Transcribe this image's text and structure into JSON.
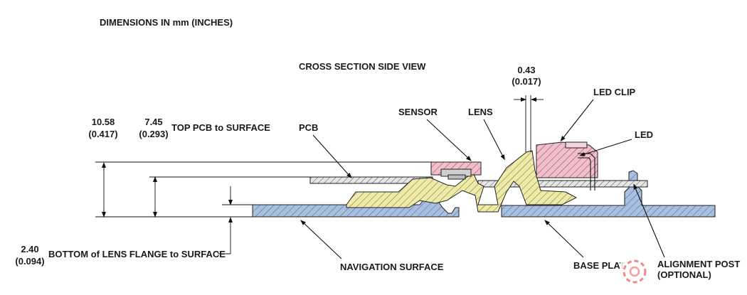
{
  "header": {
    "units_note": "DIMENSIONS IN mm (INCHES)"
  },
  "view_title": "CROSS SECTION SIDE VIEW",
  "dimensions": {
    "total_height": {
      "mm": "10.58",
      "in": "(0.417)"
    },
    "top_pcb": {
      "mm": "7.45",
      "in": "(0.293)",
      "label": "TOP PCB to SURFACE"
    },
    "lens_flange": {
      "mm": "2.40",
      "in": "(0.094)",
      "label": "BOTTOM of LENS FLANGE to SURFACE"
    },
    "gap": {
      "mm": "0.43",
      "in": "(0.017)"
    }
  },
  "callouts": {
    "pcb": "PCB",
    "sensor": "SENSOR",
    "lens": "LENS",
    "led_clip": "LED CLIP",
    "led": "LED",
    "navigation_surface": "NAVIGATION SURFACE",
    "base_plate": "BASE PLAT",
    "alignment_post_1": "ALIGNMENT POST",
    "alignment_post_2": "(OPTIONAL)"
  },
  "colors": {
    "base": "#9fb7d9",
    "lens": "#ece9a6",
    "sensor": "#efb9c6",
    "pcb": "#d9d9d9"
  }
}
